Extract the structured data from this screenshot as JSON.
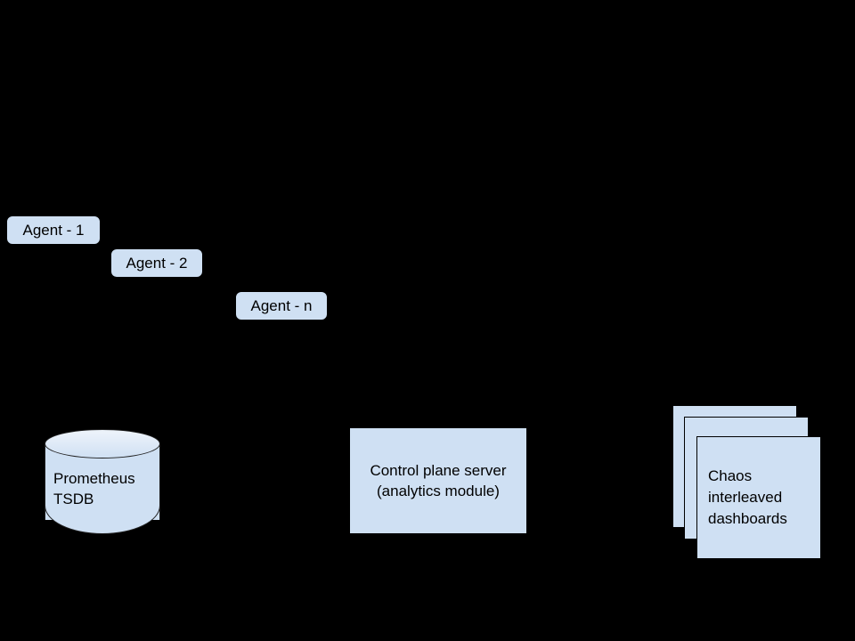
{
  "diagram": {
    "background_color": "#000000",
    "node_fill_color": "#cfe0f3",
    "node_stroke_color": "#000000",
    "text_color": "#000000",
    "agents": [
      {
        "label": "Agent - 1"
      },
      {
        "label": "Agent - 2"
      },
      {
        "label": "Agent - n"
      }
    ],
    "datastore": {
      "label": "Prometheus\nTSDB",
      "shape": "cylinder",
      "top_fill_color": "#e8f0fa"
    },
    "control_plane": {
      "label": "Control plane server\n(analytics module)",
      "shape": "rectangle"
    },
    "dashboards": {
      "label": "Chaos\ninterleaved\ndashboards",
      "shape": "stacked-cards",
      "card_count": 3
    },
    "connectors": [
      {
        "name": "control-plane-to-dashboards",
        "marker": "arrowhead",
        "direction": "right"
      }
    ]
  }
}
